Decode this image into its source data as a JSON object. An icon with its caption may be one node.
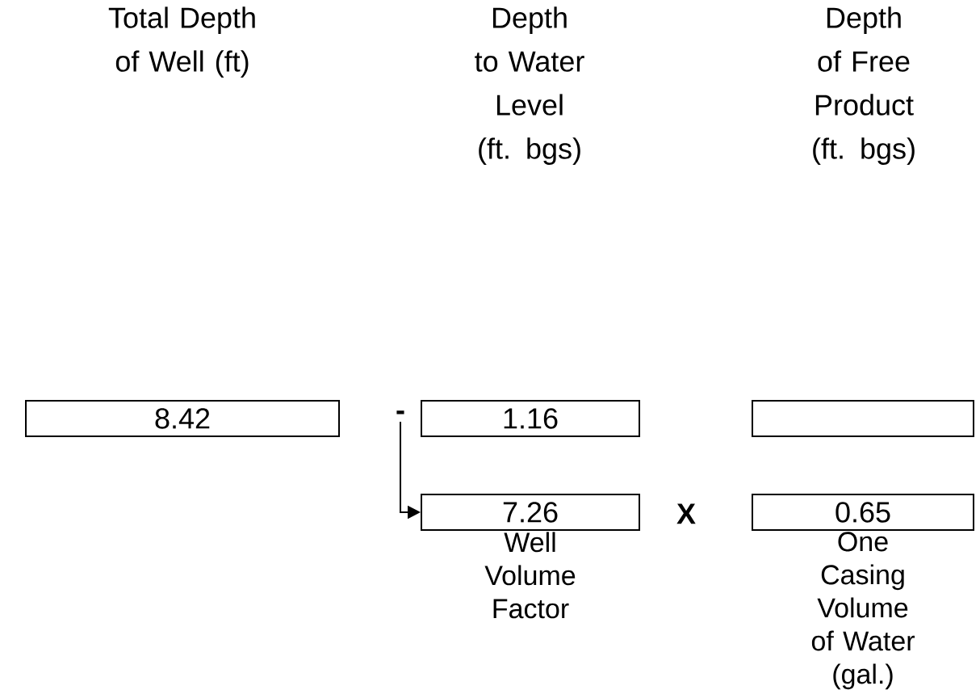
{
  "diagram": {
    "nodes": [
      {
        "text": [
          "8.42"
        ]
      },
      {
        "text": [
          "1.16"
        ]
      },
      {
        "text": [],
        "shape": "box"
      },
      {
        "text": [
          "7.26",
          "Well Volume Factor"
        ]
      },
      {
        "text": [
          "0.65",
          "One Casing Volume of Water (gal.)"
        ]
      },
      {
        "text": [
          "-"
        ]
      }
    ],
    "edges": [
      {
        "from": 5,
        "to": 3,
        "arrow": "to"
      }
    ],
    "labels": [
      "Total Depth of Well (ft)",
      "Depth to Water Level (ft. bgs)",
      "Depth of Free Product (ft. bgs)",
      "X"
    ]
  }
}
